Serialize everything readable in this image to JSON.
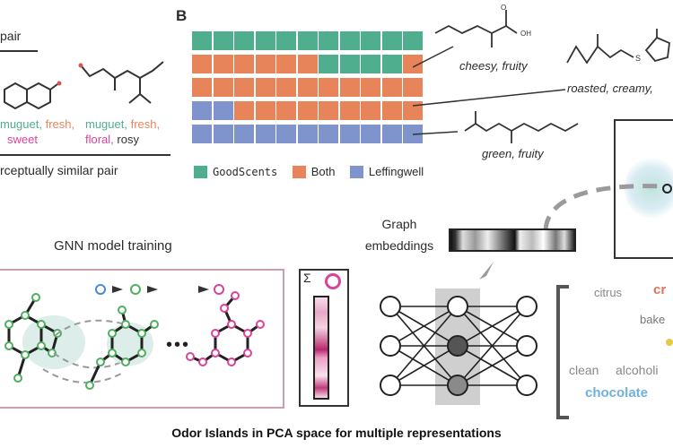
{
  "colors": {
    "goodscents": "#4fae8e",
    "both": "#e8845a",
    "leffingwell": "#7f93cc",
    "pink": "#d9449a",
    "gray": "#8a8a8a"
  },
  "panel_a": {
    "top_label": "pair",
    "descriptors_left": {
      "w1": "muguet,",
      "w2": "fresh,",
      "w3": "sweet"
    },
    "descriptors_right": {
      "w1": "muguet,",
      "w2": "fresh,",
      "w3": "floral,",
      "w4": "rosy"
    },
    "caption": "rceptually similar pair"
  },
  "panel_b": {
    "letter": "B",
    "grid_rows": [
      [
        "g",
        "g",
        "g",
        "g",
        "g",
        "g",
        "g",
        "g",
        "g",
        "g",
        "g"
      ],
      [
        "b",
        "b",
        "b",
        "b",
        "b",
        "b",
        "g",
        "g",
        "g",
        "g",
        "b"
      ],
      [
        "b",
        "b",
        "b",
        "b",
        "b",
        "b",
        "b",
        "b",
        "b",
        "b",
        "b"
      ],
      [
        "l",
        "l",
        "b",
        "b",
        "b",
        "b",
        "b",
        "b",
        "b",
        "b",
        "b"
      ],
      [
        "l",
        "l",
        "l",
        "l",
        "l",
        "l",
        "l",
        "l",
        "l",
        "l",
        "l"
      ]
    ],
    "legend": [
      {
        "key": "goodscents",
        "label": "GoodScents"
      },
      {
        "key": "both",
        "label": "Both"
      },
      {
        "key": "leffingwell",
        "label": "Leffingwell"
      }
    ],
    "annotations": {
      "a1": "cheesy, fruity",
      "a2": "roasted, creamy,",
      "a3": "green, fruity"
    }
  },
  "gnn": {
    "title": "GNN model training",
    "ellipsis": "•••"
  },
  "embed": {
    "line1": "Graph",
    "line2": "embeddings"
  },
  "odors": {
    "citrus": "citrus",
    "cr": "cr",
    "bake": "bake",
    "clean": "clean",
    "alcoholic": "alcoholi",
    "chocolate": "chocolate"
  },
  "footer": {
    "caption": "Odor Islands in PCA space for multiple representations"
  }
}
